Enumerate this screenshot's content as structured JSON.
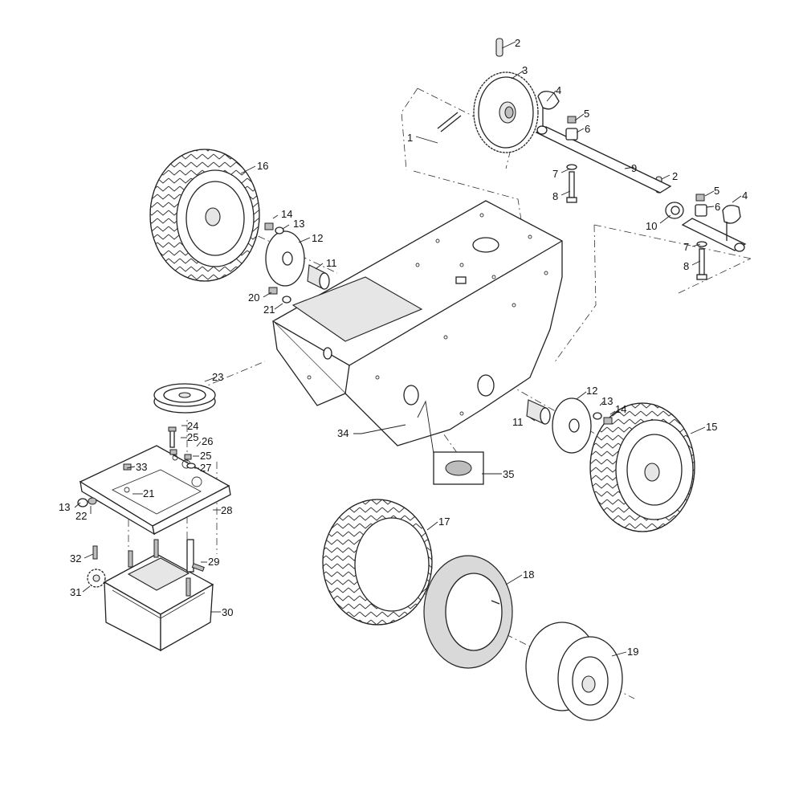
{
  "callouts": [
    {
      "id": "c1",
      "text": "1"
    },
    {
      "id": "c2a",
      "text": "2"
    },
    {
      "id": "c2b",
      "text": "2"
    },
    {
      "id": "c3",
      "text": "3"
    },
    {
      "id": "c4a",
      "text": "4"
    },
    {
      "id": "c4b",
      "text": "4"
    },
    {
      "id": "c5a",
      "text": "5"
    },
    {
      "id": "c5b",
      "text": "5"
    },
    {
      "id": "c6a",
      "text": "6"
    },
    {
      "id": "c6b",
      "text": "6"
    },
    {
      "id": "c7a",
      "text": "7"
    },
    {
      "id": "c7b",
      "text": "7"
    },
    {
      "id": "c8a",
      "text": "8"
    },
    {
      "id": "c8b",
      "text": "8"
    },
    {
      "id": "c9",
      "text": "9"
    },
    {
      "id": "c10",
      "text": "10"
    },
    {
      "id": "c11a",
      "text": "11"
    },
    {
      "id": "c11b",
      "text": "11"
    },
    {
      "id": "c12a",
      "text": "12"
    },
    {
      "id": "c12b",
      "text": "12"
    },
    {
      "id": "c13a",
      "text": "13"
    },
    {
      "id": "c13b",
      "text": "13"
    },
    {
      "id": "c13c",
      "text": "13"
    },
    {
      "id": "c14a",
      "text": "14"
    },
    {
      "id": "c14b",
      "text": "14"
    },
    {
      "id": "c15",
      "text": "15"
    },
    {
      "id": "c16",
      "text": "16"
    },
    {
      "id": "c17",
      "text": "17"
    },
    {
      "id": "c18",
      "text": "18"
    },
    {
      "id": "c19",
      "text": "19"
    },
    {
      "id": "c20",
      "text": "20"
    },
    {
      "id": "c21a",
      "text": "21"
    },
    {
      "id": "c21b",
      "text": "21"
    },
    {
      "id": "c22",
      "text": "22"
    },
    {
      "id": "c23",
      "text": "23"
    },
    {
      "id": "c24",
      "text": "24"
    },
    {
      "id": "c25a",
      "text": "25"
    },
    {
      "id": "c25b",
      "text": "25"
    },
    {
      "id": "c26",
      "text": "26"
    },
    {
      "id": "c27",
      "text": "27"
    },
    {
      "id": "c28",
      "text": "28"
    },
    {
      "id": "c29",
      "text": "29"
    },
    {
      "id": "c30",
      "text": "30"
    },
    {
      "id": "c31",
      "text": "31"
    },
    {
      "id": "c32",
      "text": "32"
    },
    {
      "id": "c33",
      "text": "33"
    },
    {
      "id": "c34",
      "text": "34"
    },
    {
      "id": "c35",
      "text": "35"
    }
  ]
}
